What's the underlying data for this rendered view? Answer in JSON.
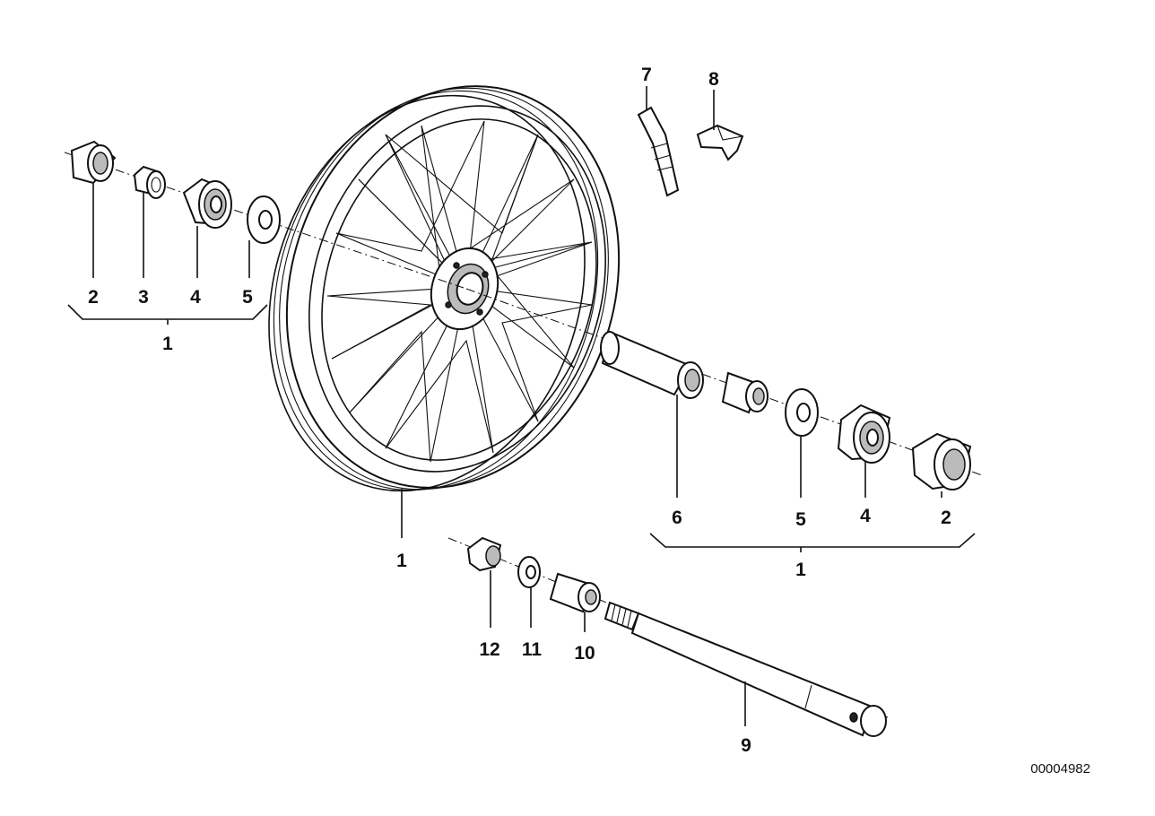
{
  "diagram": {
    "labels": {
      "l2_left": "2",
      "l3_left": "3",
      "l4_left": "4",
      "l5_left": "5",
      "l1_left_group": "1",
      "l1_wheel": "1",
      "l6": "6",
      "l5_right": "5",
      "l4_right": "4",
      "l2_right": "2",
      "l1_right_group": "1",
      "l7": "7",
      "l8": "8",
      "l12": "12",
      "l11": "11",
      "l10": "10",
      "l9": "9"
    },
    "drawing_code": "00004982"
  }
}
